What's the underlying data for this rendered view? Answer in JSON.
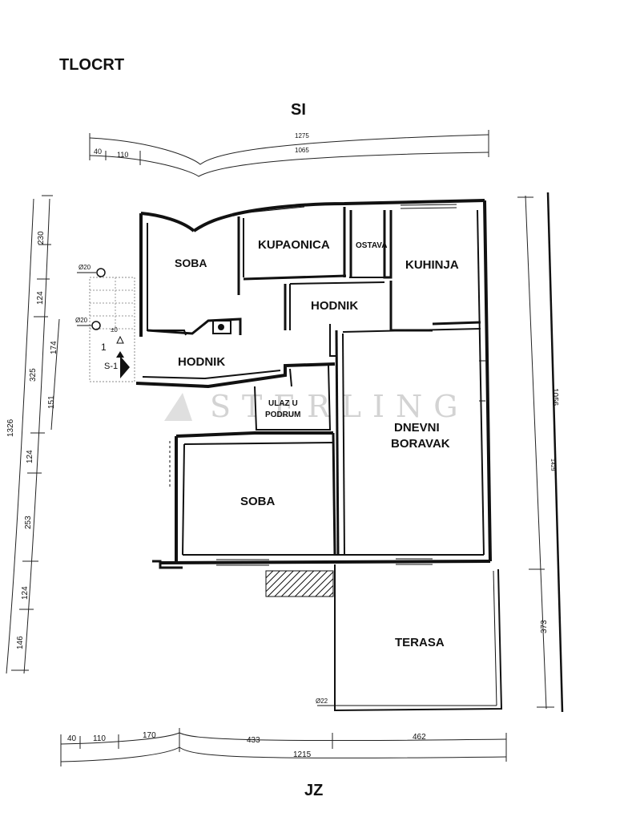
{
  "plan": {
    "title": "TLOCRT",
    "orientation": {
      "top": "SI",
      "bottom": "JZ"
    },
    "rooms": {
      "soba_top": "SOBA",
      "kupaonica": "KUPAONICA",
      "ostava": "OSTAVA",
      "kuhinja": "KUHINJA",
      "hodnik_upper": "HODNIK",
      "hodnik_left": "HODNIK",
      "ulaz_line1": "ULAZ U",
      "ulaz_line2": "PODRUM",
      "dnevni_line1": "DNEVNI",
      "dnevni_line2": "BORAVAK",
      "soba_bottom": "SOBA",
      "terasa": "TERASA"
    },
    "stair": {
      "number": "1",
      "section_mark": "S-1",
      "level_mark": "±0"
    },
    "pipe_marks": {
      "p1": "Ø20",
      "p2": "Ø20",
      "p3": "Ø22"
    },
    "watermark": "STERLING",
    "dims_top": {
      "d40": "40",
      "d110": "110",
      "d1065": "1065",
      "d1275": "1275"
    },
    "dims_left": {
      "d230": "230",
      "d124a": "124",
      "d325": "325",
      "d174": "174",
      "d151": "151",
      "d124b": "124",
      "d253": "253",
      "d124c": "124",
      "d146": "146",
      "d1326": "1326"
    },
    "dims_right": {
      "d1056": "1056",
      "d1429": "1429",
      "d373": "373"
    },
    "dims_bottom": {
      "d40": "40",
      "d110": "110",
      "d170": "170",
      "d433": "433",
      "d462": "462",
      "d1215": "1215"
    }
  }
}
